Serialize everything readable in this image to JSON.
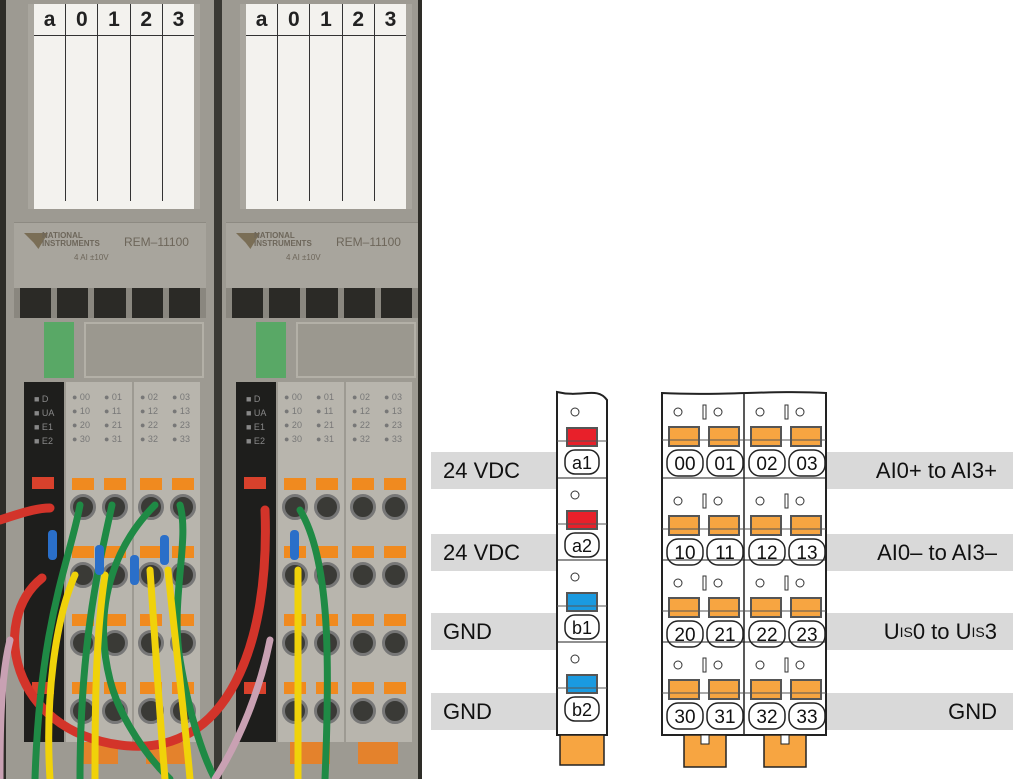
{
  "photo": {
    "modules": [
      {
        "label_header": [
          "a",
          "0",
          "1",
          "2",
          "3"
        ],
        "brand_line1": "NATIONAL",
        "brand_line2": "INSTRUMENTS",
        "model": "REM–11100",
        "spec": "4  AI  ±10V",
        "status_leds": [
          "D",
          "UA",
          "E1",
          "E2"
        ],
        "led_numbers": [
          "00",
          "01",
          "02",
          "03",
          "10",
          "11",
          "12",
          "13",
          "20",
          "21",
          "22",
          "23",
          "30",
          "31",
          "32",
          "33"
        ]
      },
      {
        "label_header": [
          "a",
          "0",
          "1",
          "2",
          "3"
        ],
        "brand_line1": "NATIONAL",
        "brand_line2": "INSTRUMENTS",
        "model": "REM–11100",
        "spec": "4  AI  ±10V",
        "status_leds": [
          "D",
          "UA",
          "E1",
          "E2"
        ],
        "led_numbers": [
          "00",
          "01",
          "02",
          "03",
          "10",
          "11",
          "12",
          "13",
          "20",
          "21",
          "22",
          "23",
          "30",
          "31",
          "32",
          "33"
        ]
      }
    ],
    "wire_colors": {
      "red": "#d3342a",
      "green": "#1f8a45",
      "yellow": "#f0d20a",
      "pink": "#c9a1b3",
      "resistor": "#2a6fc9"
    }
  },
  "diagram": {
    "power_terminals": [
      {
        "id": "a1",
        "label": "24 VDC",
        "button_color": "#e8202a"
      },
      {
        "id": "a2",
        "label": "24 VDC",
        "button_color": "#e8202a"
      },
      {
        "id": "b1",
        "label": "GND",
        "button_color": "#1a9ae0"
      },
      {
        "id": "b2",
        "label": "GND",
        "button_color": "#1a9ae0"
      }
    ],
    "io_rows": [
      {
        "terminals": [
          "00",
          "01",
          "02",
          "03"
        ],
        "label_parts": [
          {
            "t": "AI0+ to AI3+"
          }
        ]
      },
      {
        "terminals": [
          "10",
          "11",
          "12",
          "13"
        ],
        "label_parts": [
          {
            "t": "AI0– to AI3–"
          }
        ]
      },
      {
        "terminals": [
          "20",
          "21",
          "22",
          "23"
        ],
        "label_parts": [
          {
            "t": "U"
          },
          {
            "s": "IS"
          },
          {
            "t": "0 to U"
          },
          {
            "s": "IS"
          },
          {
            "t": "3"
          }
        ]
      },
      {
        "terminals": [
          "30",
          "31",
          "32",
          "33"
        ],
        "label_parts": [
          {
            "t": "GND"
          }
        ]
      }
    ],
    "io_button_color": "#f7a541",
    "foot_color": "#f7a541"
  }
}
